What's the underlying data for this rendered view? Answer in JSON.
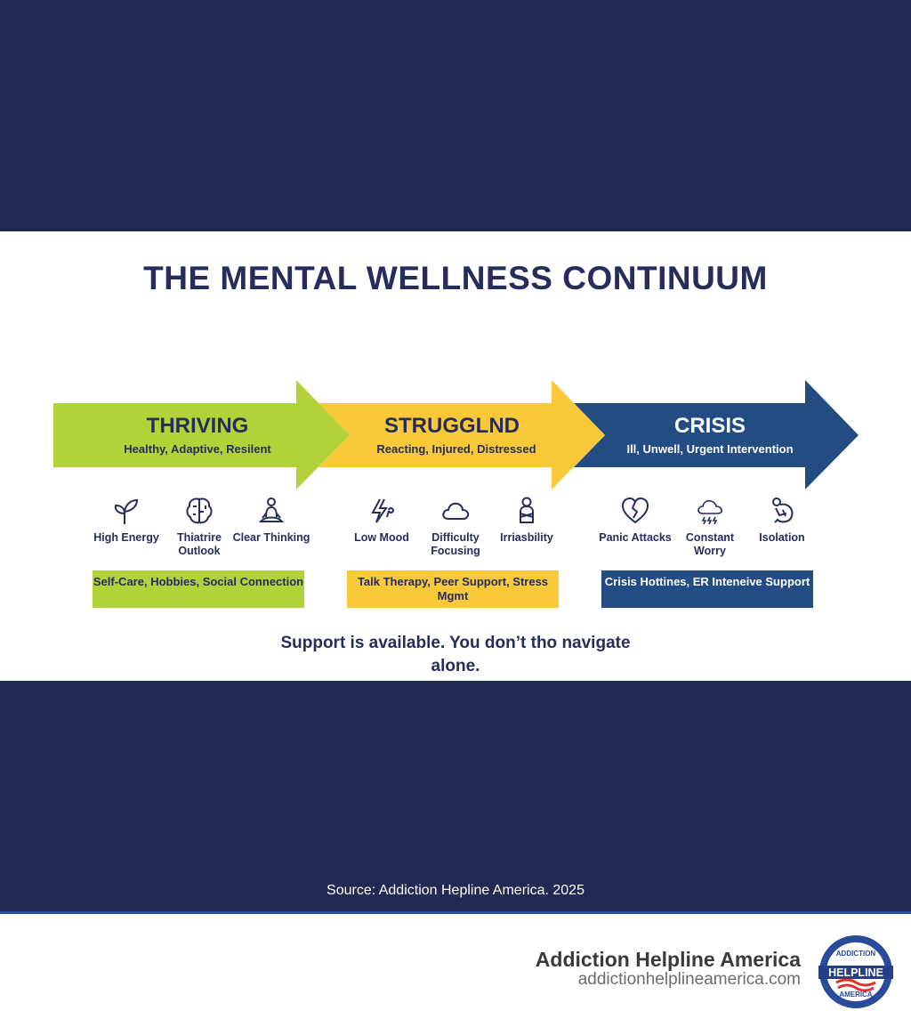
{
  "title": "THE MENTAL WELLNESS CONTINUUM",
  "colors": {
    "navy": "#212a52",
    "thriving": "#b3d23a",
    "struggling": "#f9c93a",
    "crisis": "#234c82",
    "text": "#262d5c"
  },
  "stages": [
    {
      "title": "THRIVING",
      "subtitle": "Healthy, Adaptive, Resilent",
      "symptoms": [
        {
          "icon": "sprout-icon",
          "label": "High Energy"
        },
        {
          "icon": "brain-icon",
          "label": "Thiatrire Outlook"
        },
        {
          "icon": "meditation-icon",
          "label": "Clear Thinking"
        }
      ],
      "support": "Self-Care, Hobbies, Social Connection"
    },
    {
      "title": "STRUGGLND",
      "subtitle": "Reacting, Injured, Distressed",
      "symptoms": [
        {
          "icon": "lightning-icon",
          "label": "Low Mood"
        },
        {
          "icon": "cloud-icon",
          "label": "Difficulty Focusing"
        },
        {
          "icon": "crossed-arms-person-icon",
          "label": "Irriasbility"
        }
      ],
      "support": "Talk Therapy, Peer Support, Stress Mgmt"
    },
    {
      "title": "CRISIS",
      "subtitle": "Ill, Unwell, Urgent Intervention",
      "symptoms": [
        {
          "icon": "broken-heart-icon",
          "label": "Panic Attacks"
        },
        {
          "icon": "storm-cloud-icon",
          "label": "Constant Worry"
        },
        {
          "icon": "curled-person-icon",
          "label": "Isolation"
        }
      ],
      "support": "Crisis Hottines, ER Inteneive Support"
    }
  ],
  "tagline": "Support is available. You don’t tho navigate alone.",
  "source": "Source: Addiction Hepline America. 2025",
  "footer": {
    "org": "Addiction Helpline America",
    "url": "addictionhelplineamerica.com",
    "logo_text": [
      "ADDICTION",
      "HELPLINE",
      "AMERICA"
    ]
  }
}
